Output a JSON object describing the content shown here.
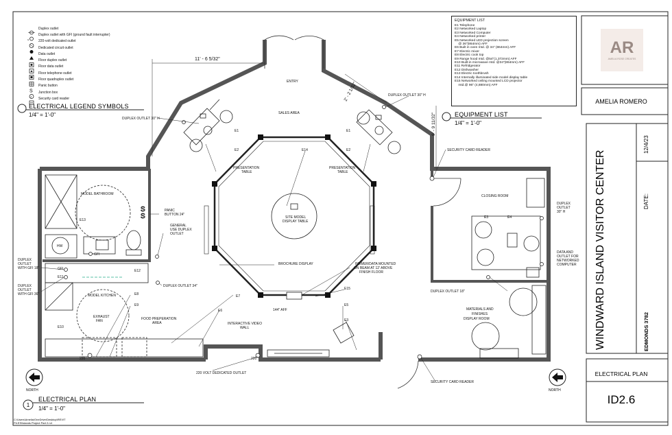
{
  "sheet": {
    "logo_text": "AR",
    "logo_subtext": "AMELIA ROSE CREATES",
    "designer": "AMELIA ROMERO",
    "project_title": "WINDWARD ISLAND VISITOR CENTER",
    "date_value": "12/4/23",
    "date_label": "DATE:",
    "course": "EDMONDS 3782",
    "sheet_name": "ELECTRICAL PLAN",
    "sheet_number": "ID2.6",
    "file_path_1": "C:\\Users\\Amelia\\OneDrive\\Desktop\\REVIT",
    "file_path_2": "FILES\\Islands Project Part 2.rvt"
  },
  "legend": {
    "title": "ELECTRICAL LEGEND SYMBOLS",
    "scale": "1/4\" = 1'-0\"",
    "items": [
      {
        "icon": "duplex-outlet-icon",
        "label": "Duplex outlet"
      },
      {
        "icon": "gfi-outlet-icon",
        "label": "Duplex outlet with GFI (ground fault interrupter)"
      },
      {
        "icon": "220-volt-outlet-icon",
        "label": "220-volt dedicated outlet"
      },
      {
        "icon": "dedicated-circuit-outlet-icon",
        "label": "Dedicated circuit outlet"
      },
      {
        "icon": "data-outlet-icon",
        "label": "Data outlet"
      },
      {
        "icon": "floor-duplex-outlet-icon",
        "label": "Floor duplex outlet"
      },
      {
        "icon": "floor-data-outlet-icon",
        "label": "Floor data outlet"
      },
      {
        "icon": "floor-telephone-outlet-icon",
        "label": "Floor telephone outlet"
      },
      {
        "icon": "floor-quadruplex-outlet-icon",
        "label": "Floor quadruplex outlet"
      },
      {
        "icon": "panic-button-icon",
        "label": "Panic button"
      },
      {
        "icon": "junction-box-icon",
        "label": "Junction box"
      },
      {
        "icon": "security-card-reader-icon",
        "label": "Security card reader"
      }
    ]
  },
  "equipment": {
    "header": "EQUIPMENT LIST",
    "items": [
      "E1 Telephone",
      "E2 Networked Laptop",
      "E3 Networked Computer",
      "E4 Networked printer",
      "E5 Networked LED projection screen",
      "    @ 36\"(864mm) AFF",
      "E6 Built in oven mtd. @ 34\" (864mm) AFF",
      "E7 Electric mixer",
      "E8 Electric cook top",
      "E9 Range hood mtd. @54\"(1,372mm) AFF",
      "E10 Built-in microwave mtd. @34\"(864mm) AFF",
      "E11 Refridgerator",
      "E12 Dishwasher",
      "E13 Electric toothbrush",
      "E14 Internally illuminated side model display table",
      "E15 Networked ceiling mounted LCD projector",
      "    mtd.@ 96\" (4,880mm) AFF"
    ],
    "title": "EQUIPMENT LIST",
    "scale": "1/4\" = 1'-0\""
  },
  "plan": {
    "title": "ELECTRICAL PLAN",
    "scale": "1/4\" = 1'-0\"",
    "view_number": "1",
    "north_label": "NORTH",
    "rooms": {
      "entry": "ENTRY",
      "sales_area": "SALES AREA",
      "model_bathroom": "MODEL BATHROOM",
      "closing_room": "CLOSING ROOM",
      "model_kitchen": "MODEL KITCHEN",
      "materials_1": "MATERIALS AND",
      "materials_2": "FINISHES",
      "materials_3": "DISPLAY ROOM",
      "site_model_1": "SITE MODEL",
      "site_model_2": "DISPLAY TABLE"
    },
    "dims": {
      "top": "11' - 6 5/32\"",
      "diag": "2' - 2 1/32\"",
      "right": "9' - 9 11/32\""
    },
    "labels": {
      "dup30_left": "DUPLEX OUTLET 30\" H",
      "dup30_right": "DUPLEX OUTLET 30\" H",
      "pres_left_1": "PRESENTATION",
      "pres_left_2": "TABLE",
      "pres_right_1": "PRESENTATION",
      "pres_right_2": "TABLE",
      "security_top": "SECURITY CARD READER",
      "panic_1": "PANIC",
      "panic_2": "BUTTON 24\"",
      "general_1": "GENERAL",
      "general_2": "USE DUPLEX",
      "general_3": "OUTLET",
      "brochure": "BROCHURE DISPLAY",
      "power_1": "POWER/DATA MOUNTED",
      "power_2": "ON BEAM AT 12' ABOVE",
      "power_3": "FINISH FLOOR",
      "dup_gfi_1_a": "DUPLEX",
      "dup_gfi_1_b": "OUTLET",
      "dup_gfi_1_c": "WITH GFI 18\"",
      "dup_gfi_2_a": "DUPLEX",
      "dup_gfi_2_b": "OUTLET",
      "dup_gfi_2_c": "WITH GFI 36\"",
      "dup34": "DUPLEX OUTLET 34\"",
      "exhaust_1": "EXHAUST",
      "exhaust_2": "FAN",
      "food_1": "FOOD PREPERATION",
      "food_2": "AREA",
      "video_1": "INTERACTIVE VIDEO",
      "video_2": "WALL",
      "aff144": "144\" AFF",
      "dup18": "DUPLEX OUTLET 18\"",
      "dup_r_1": "DUPLEX",
      "dup_r_2": "OUTLET",
      "dup_r_3": "30\" H",
      "data_1": "DATA AND",
      "data_2": "OUTLET FOR",
      "data_3": "NETWORKED",
      "data_4": "COMPUTER",
      "v220": "220 VOLT DEDICATED OUTLET",
      "security_bottom": "SECURITY CARD READER",
      "hw": "HW",
      "gfi": "GFI",
      "v220_tag": "220"
    },
    "tags": {
      "e1": "E1",
      "e2": "E2",
      "e3": "E3",
      "e4": "E4",
      "e5": "E5",
      "e6": "E6",
      "e7": "E7",
      "e8": "E8",
      "e9": "E9",
      "e10": "E10",
      "e11": "E11",
      "e12": "E12",
      "e13": "E13",
      "e14": "E14",
      "e15": "E15"
    }
  }
}
